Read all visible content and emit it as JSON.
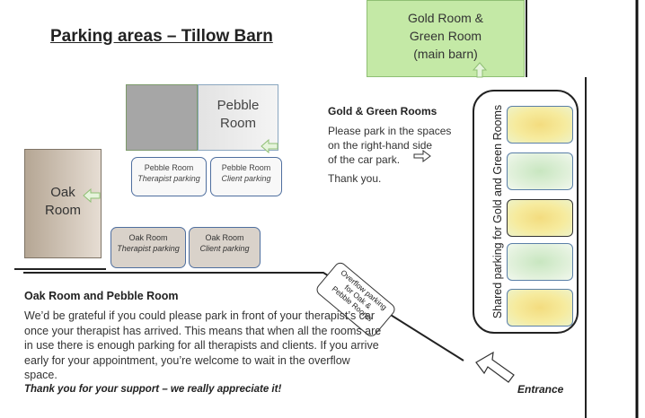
{
  "title": "Parking areas – Tillow Barn",
  "rooms": {
    "gold_green": [
      "Gold Room &",
      "Green Room",
      "(main barn)"
    ],
    "pebble": [
      "Pebble",
      "Room"
    ],
    "oak": [
      "Oak",
      "Room"
    ]
  },
  "spaces": {
    "pebble_therapist": {
      "name": "Pebble Room",
      "type": "Therapist parking"
    },
    "pebble_client": {
      "name": "Pebble Room",
      "type": "Client parking"
    },
    "oak_therapist": {
      "name": "Oak Room",
      "type": "Therapist parking"
    },
    "oak_client": {
      "name": "Oak Room",
      "type": "Client parking"
    }
  },
  "shared_label": "Shared parking for Gold and Green Rooms",
  "bays": [
    "gold",
    "green",
    "gold",
    "green",
    "gold"
  ],
  "overflow": [
    "Overflow parking",
    "for Oak &",
    "Pebble Rooms"
  ],
  "gold_green_info": {
    "heading": "Gold & Green Rooms",
    "lines": [
      "Please park in the spaces",
      "on the right-hand side",
      "of the car park."
    ],
    "thanks": "Thank you."
  },
  "oak_pebble_info": {
    "heading": "Oak Room and Pebble Room",
    "body": "We’d be grateful if you could please park in front of your therapist’s car once your therapist has arrived. This means that when all the rooms are in use there is enough parking for all therapists and clients. If you arrive early for your appointment, you’re welcome to wait in the overflow space.",
    "thanks": "Thank you for your support – we really appreciate it!"
  },
  "entrance": "Entrance",
  "colors": {
    "gold_green_room": "#c4e9a6",
    "pebble_room": "#eeeeee",
    "pebble_dark": "#a6a6a6",
    "oak_room": "#c9bdaf",
    "gold_bay": "#f3dc7f",
    "green_bay": "#c8e6c0",
    "arrow_fill": "#e6f4dc"
  }
}
